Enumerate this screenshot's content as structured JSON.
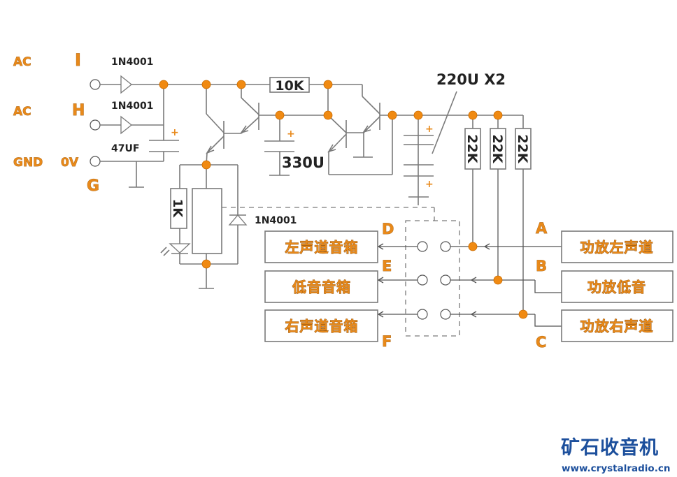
{
  "diagram": {
    "type": "circuit-schematic",
    "accent_color": "#f08a12",
    "inputs": {
      "ac1_label": "AC",
      "ac1_pin": "I",
      "ac2_label": "AC",
      "ac2_pin": "H",
      "gnd_label": "GND",
      "gnd_voltage": "0V",
      "gnd_pin": "G"
    },
    "components": {
      "diode1": "1N4001",
      "diode2": "1N4001",
      "cap_input": "47UF",
      "resistor_series": "10K",
      "cap_mid": "330U",
      "cap_out": "220U  X2",
      "resistor_a": "22K",
      "resistor_b": "22K",
      "resistor_c": "22K",
      "resistor_led": "1K",
      "diode_relay": "1N4001",
      "plus_sign": "+"
    },
    "speakers": {
      "left": "左声道音箱",
      "bass": "低音音箱",
      "right": "右声道音箱",
      "pin_d": "D",
      "pin_e": "E",
      "pin_f": "F"
    },
    "amplifier": {
      "left": "功放左声道",
      "bass": "功放低音",
      "right": "功放右声道",
      "pin_a": "A",
      "pin_b": "B",
      "pin_c": "C"
    }
  },
  "watermark": {
    "title": "矿石收音机",
    "url": "www.crystalradio.cn"
  }
}
